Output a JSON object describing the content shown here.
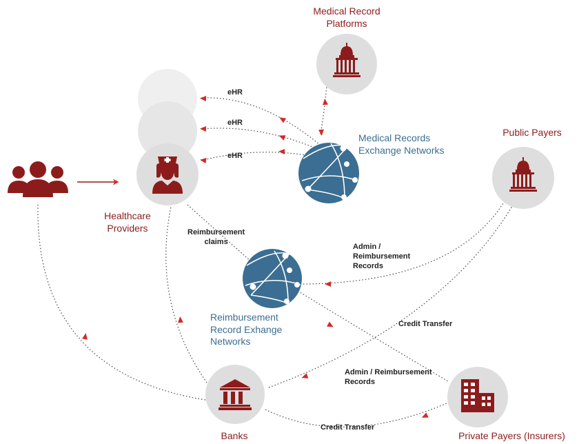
{
  "nodes": {
    "medical_record_platforms": {
      "line1": "Medical Record",
      "line2": "Platforms",
      "icon": "capitol-building-icon"
    },
    "medical_records_exchange": {
      "line1": "Medical Records",
      "line2": "Exchange Networks",
      "icon": "network-globe-icon"
    },
    "public_payers": {
      "line1": "Public Payers",
      "icon": "capitol-building-icon"
    },
    "healthcare_providers": {
      "line1": "Healthcare",
      "line2": "Providers",
      "icon": "nurse-icon"
    },
    "reimbursement_exchange": {
      "line1": "Reimbursement",
      "line2": "Record Exhange",
      "line3": "Networks",
      "icon": "network-globe-icon"
    },
    "banks": {
      "line1": "Banks",
      "icon": "bank-icon"
    },
    "private_payers": {
      "line1": "Private Payers (Insurers)",
      "icon": "office-buildings-icon"
    },
    "patients": {
      "icon": "people-group-icon"
    }
  },
  "edges": {
    "ehr_1": "eHR",
    "ehr_2": "eHR",
    "ehr_3": "eHR",
    "reimbursement_claims": {
      "line1": "Reimbursement",
      "line2": "claims"
    },
    "admin_public": {
      "line1": "Admin /",
      "line2": "Reimbursement",
      "line3": "Records"
    },
    "credit_transfer_public": "Credit Transfer",
    "admin_private": {
      "line1": "Admin / Reimbursement",
      "line2": "Records"
    },
    "credit_transfer_private": "Credit Transfer"
  },
  "colors": {
    "accent_red": "#8c1c1c",
    "arrow_red": "#d42a2a",
    "accent_blue": "#3b6e92",
    "circle_gray": "#dedede",
    "edge_gray": "#444444"
  }
}
